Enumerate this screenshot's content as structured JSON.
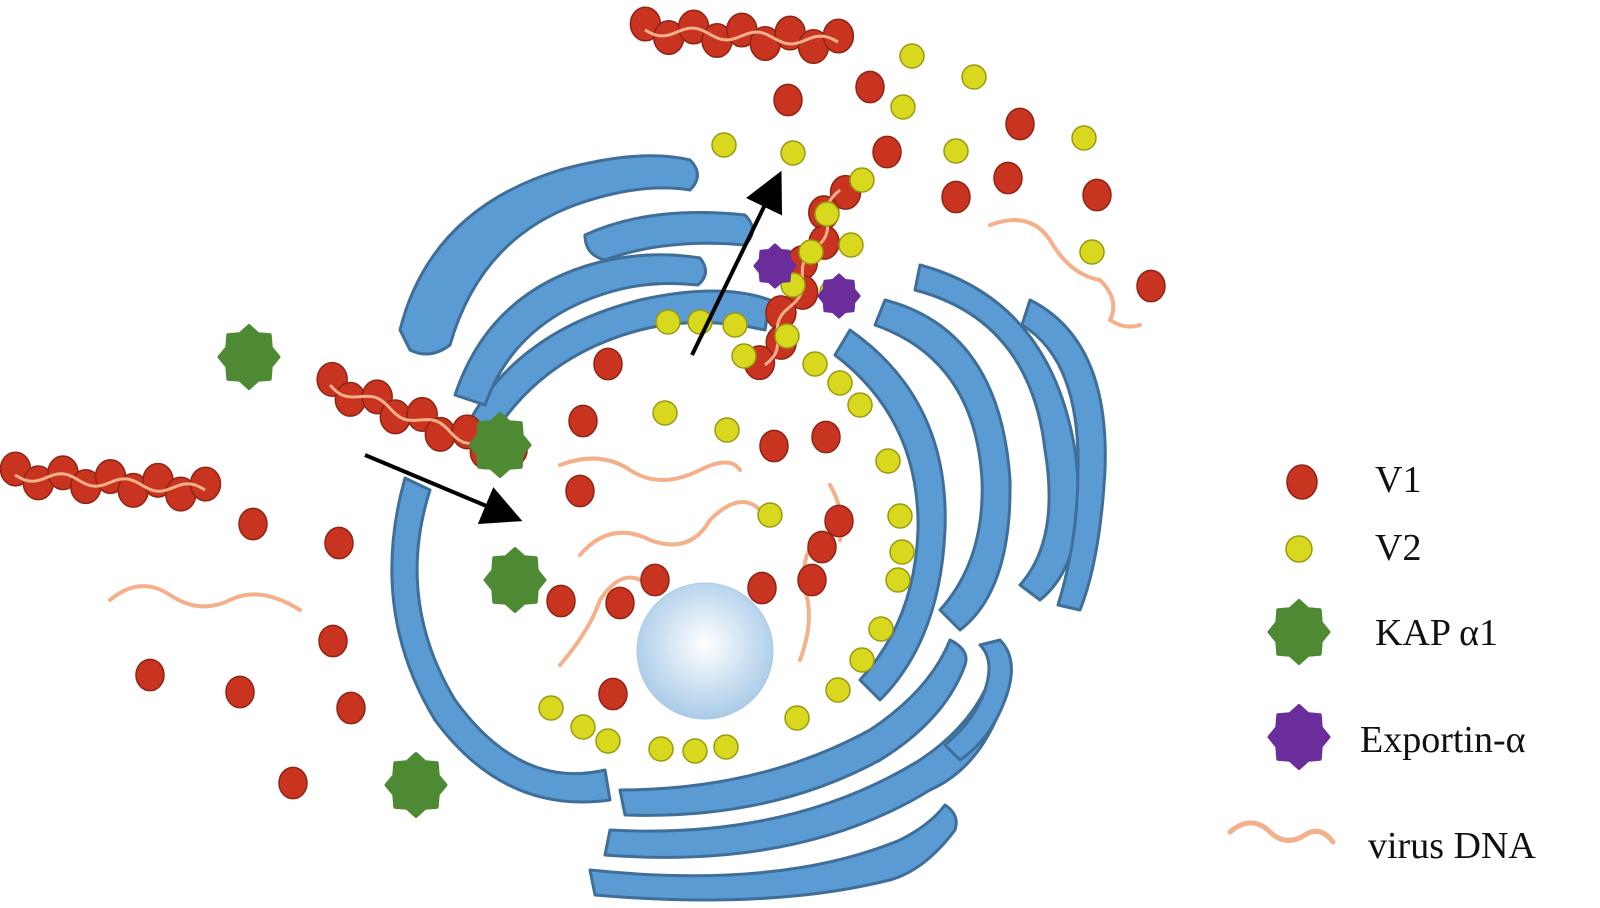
{
  "legend": {
    "v1": "V1",
    "v2": "V2",
    "kap": "KAP α1",
    "exportin": "Exportin-α",
    "dna": "virus DNA"
  },
  "colors": {
    "v1": "#c8341f",
    "v2": "#d8d81e",
    "kap": "#4e8a33",
    "exportin": "#6b2d9c",
    "dna": "#f4b08a",
    "membrane": "#5a9bd4",
    "membrane_stroke": "#3f6e99",
    "nucleolus": "#d9e9f7",
    "arrow": "#000000"
  },
  "icons": [
    "v1-particle-icon",
    "v2-particle-icon",
    "kap-alpha1-icon",
    "exportin-alpha-icon",
    "virus-dna-icon"
  ]
}
